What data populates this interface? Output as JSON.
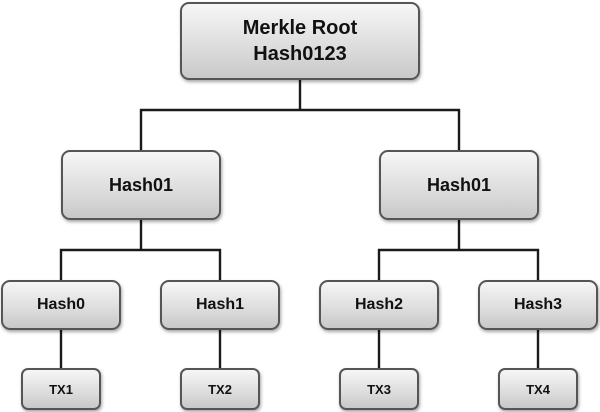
{
  "diagram": {
    "type": "merkle-tree",
    "root": {
      "line1": "Merkle Root",
      "line2": "Hash0123"
    },
    "level1": [
      {
        "label": "Hash01"
      },
      {
        "label": "Hash01"
      }
    ],
    "level2": [
      {
        "label": "Hash0"
      },
      {
        "label": "Hash1"
      },
      {
        "label": "Hash2"
      },
      {
        "label": "Hash3"
      }
    ],
    "transactions": [
      {
        "label": "TX1"
      },
      {
        "label": "TX2"
      },
      {
        "label": "TX3"
      },
      {
        "label": "TX4"
      }
    ],
    "edges": [
      [
        "root",
        "level1.0"
      ],
      [
        "root",
        "level1.1"
      ],
      [
        "level1.0",
        "level2.0"
      ],
      [
        "level1.0",
        "level2.1"
      ],
      [
        "level1.1",
        "level2.2"
      ],
      [
        "level1.1",
        "level2.3"
      ],
      [
        "level2.0",
        "transactions.0"
      ],
      [
        "level2.1",
        "transactions.1"
      ],
      [
        "level2.2",
        "transactions.2"
      ],
      [
        "level2.3",
        "transactions.3"
      ]
    ]
  },
  "colors": {
    "node_fill_top": "#f6f6f6",
    "node_fill_bottom": "#c8c8c8",
    "node_border": "#555555",
    "connector": "#1a1a1a",
    "text": "#111111"
  }
}
